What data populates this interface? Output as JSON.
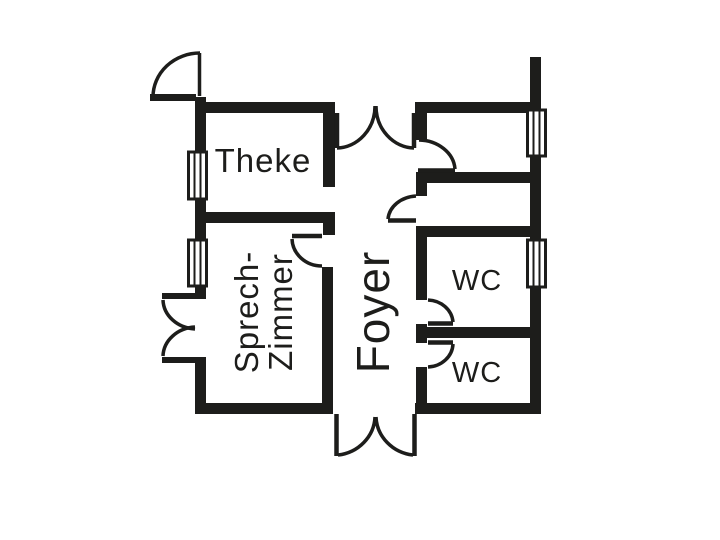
{
  "page": {
    "type": "floor-plan"
  },
  "colors": {
    "wall": "#1d1d1b",
    "background": "#ffffff"
  },
  "rooms": [
    {
      "id": "theke",
      "label": "Theke"
    },
    {
      "id": "sprech-zimmer",
      "label_lines": [
        "Sprech-",
        "Zimmer"
      ]
    },
    {
      "id": "foyer",
      "label": "Foyer"
    },
    {
      "id": "wc-top",
      "label": "WC"
    },
    {
      "id": "wc-bottom",
      "label": "WC"
    }
  ]
}
